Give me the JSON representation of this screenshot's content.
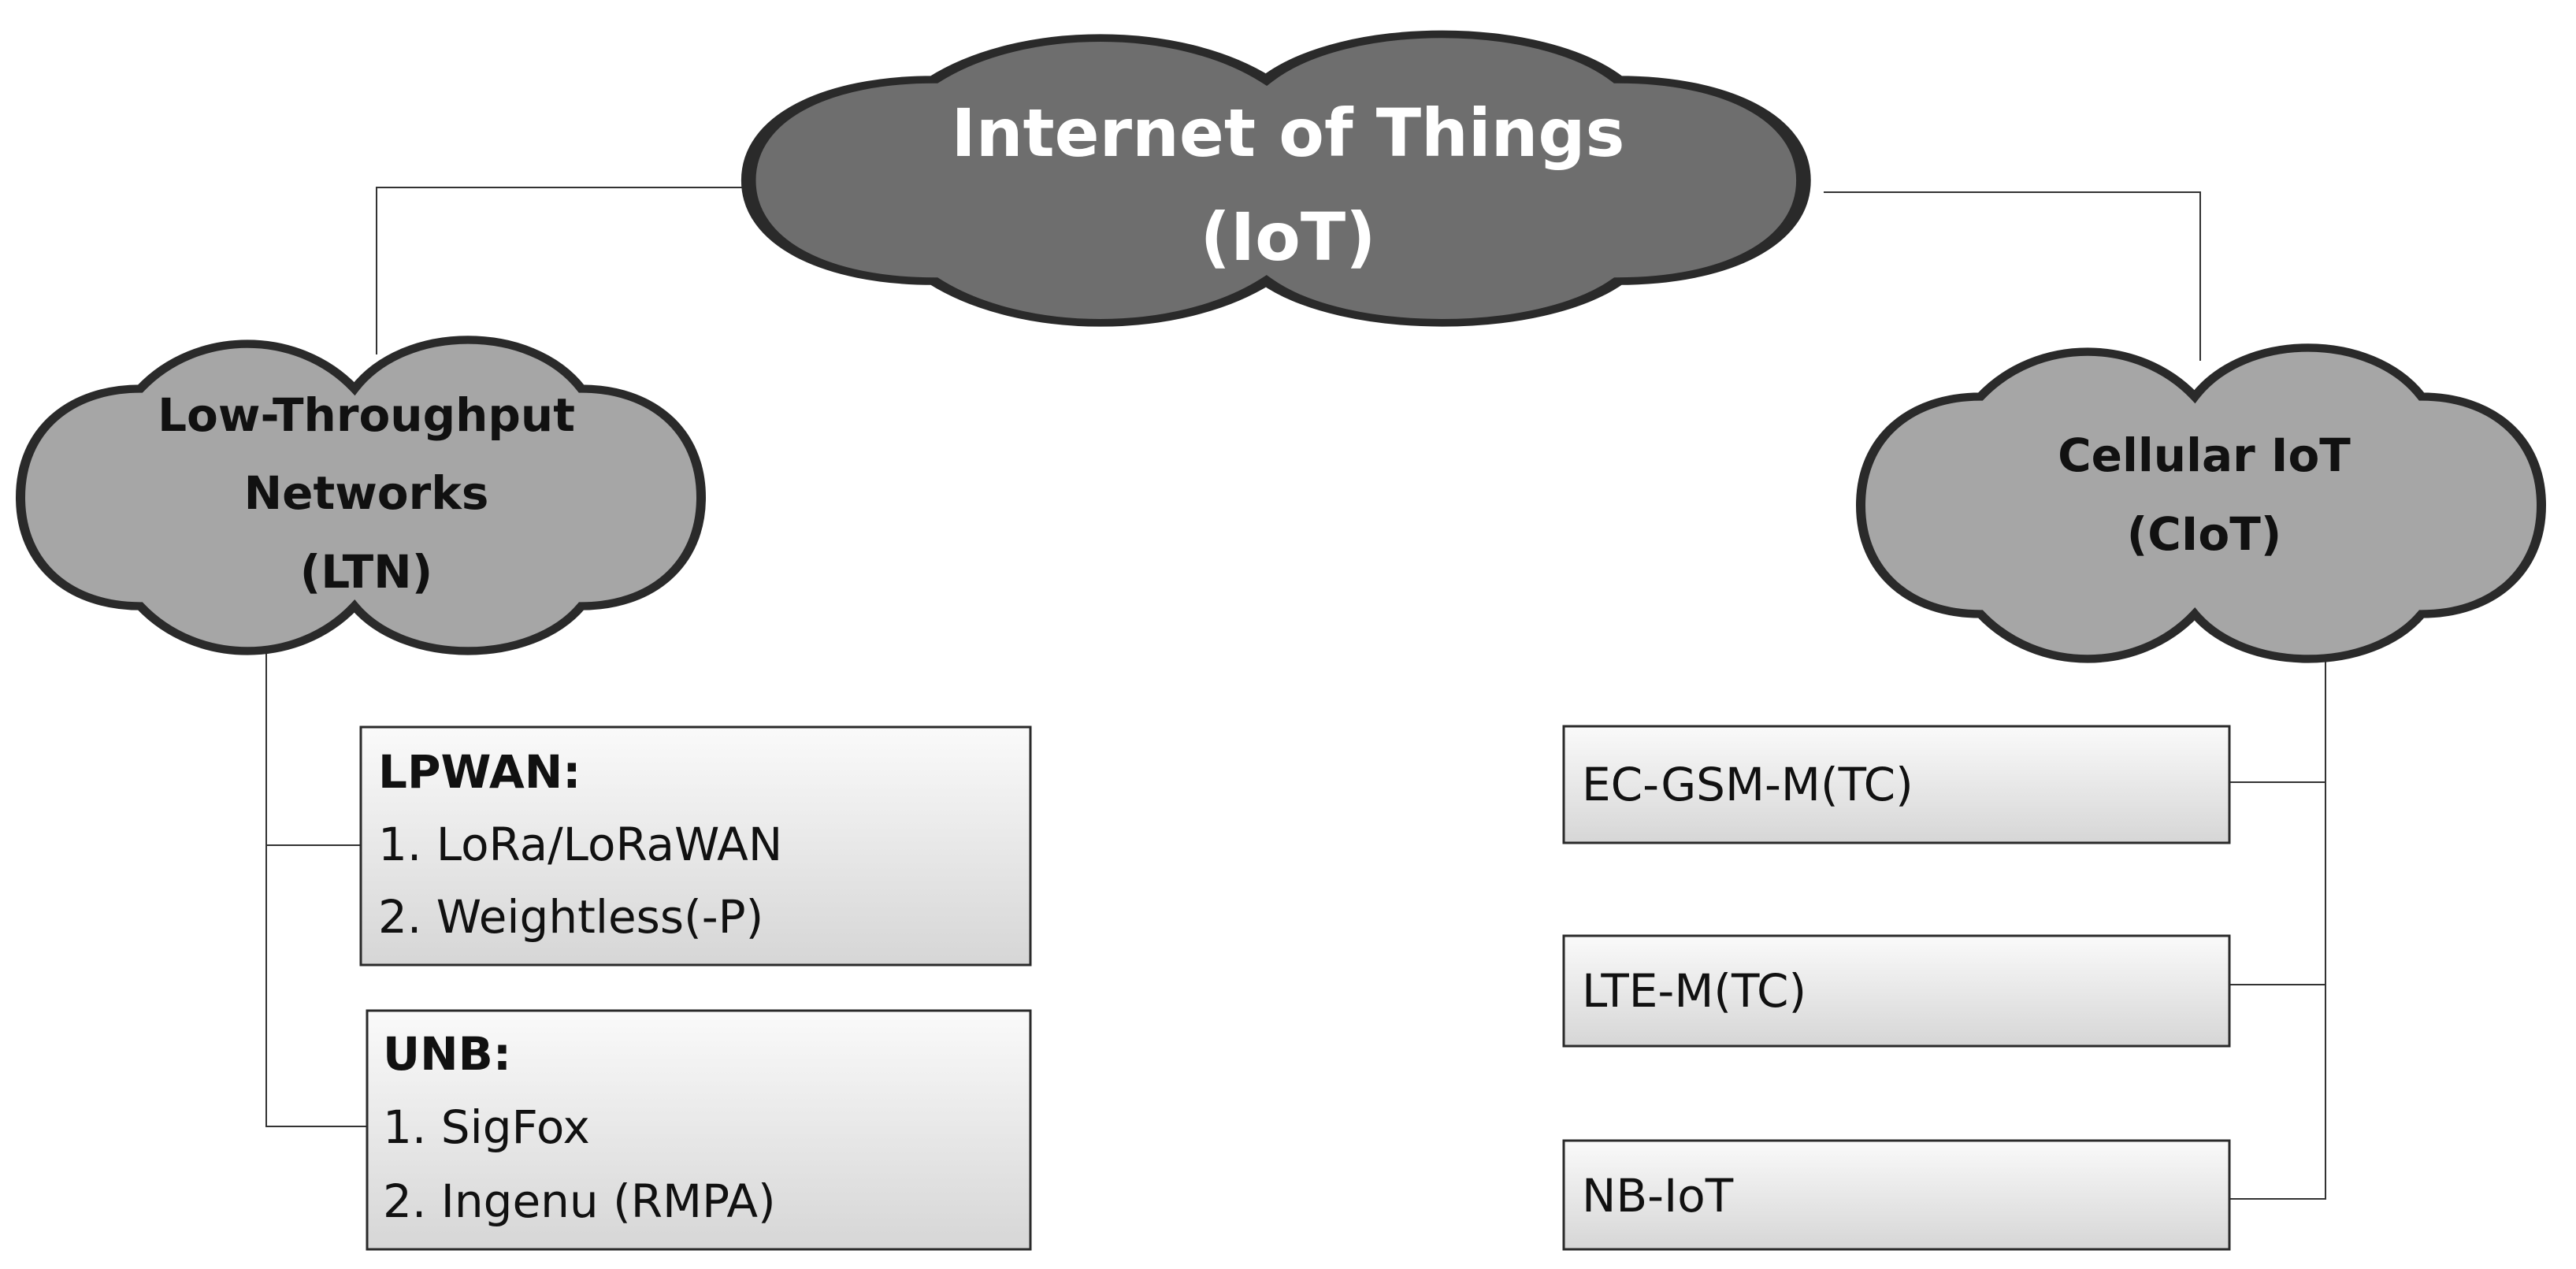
{
  "colors": {
    "root_cloud": "#6e6e6e",
    "branch_cloud": "#a6a6a6",
    "box_fill_top": "#fafafa",
    "box_fill_bottom": "#d6d6d6",
    "line": "#333333"
  },
  "root": {
    "line1": "Internet of Things",
    "line2": "(IoT)"
  },
  "ltn": {
    "line1": "Low-Throughput",
    "line2": "Networks",
    "line3": "(LTN)",
    "groups": [
      {
        "heading": "LPWAN:",
        "items": [
          "1. LoRa/LoRaWAN",
          "2. Weightless(-P)"
        ]
      },
      {
        "heading": "UNB:",
        "items": [
          "1. SigFox",
          "2. Ingenu (RMPA)"
        ]
      }
    ]
  },
  "ciot": {
    "line1": "Cellular IoT",
    "line2": "(CIoT)",
    "items": [
      "EC-GSM-M(TC)",
      "LTE-M(TC)",
      "NB-IoT"
    ]
  }
}
